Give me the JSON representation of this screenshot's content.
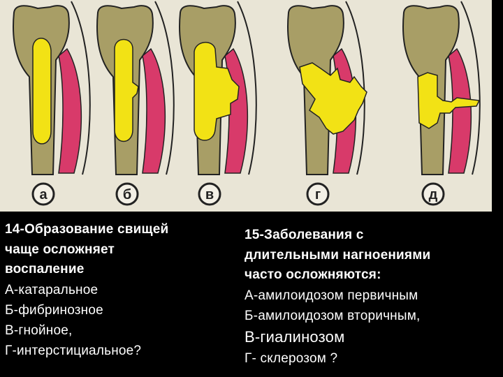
{
  "panels": [
    {
      "label": "а",
      "stage": 0
    },
    {
      "label": "б",
      "stage": 1
    },
    {
      "label": "в",
      "stage": 2
    },
    {
      "label": "г",
      "stage": 3
    },
    {
      "label": "д",
      "stage": 4
    }
  ],
  "colors": {
    "background": "#e9e5d6",
    "bone": "#a89e66",
    "marrow": "#f2e215",
    "muscle": "#d83a6a",
    "page": "#000000",
    "text": "#ffffff"
  },
  "question14": {
    "lines": [
      "14-Образование свищей",
      "чаще осложняет",
      "воспаление"
    ],
    "options": [
      "А-катаральное",
      "Б-фибринозное",
      "В-гнойное,",
      "Г-интерстициальное?"
    ]
  },
  "question15": {
    "lines": [
      "15-Заболевания  с",
      "длительными нагноениями",
      "часто осложняются:"
    ],
    "options": [
      "А-амилоидозом  первичным",
      "Б-амилоидозом вторичным,",
      "В-гиалинозом",
      "Г- склерозом ?"
    ]
  }
}
